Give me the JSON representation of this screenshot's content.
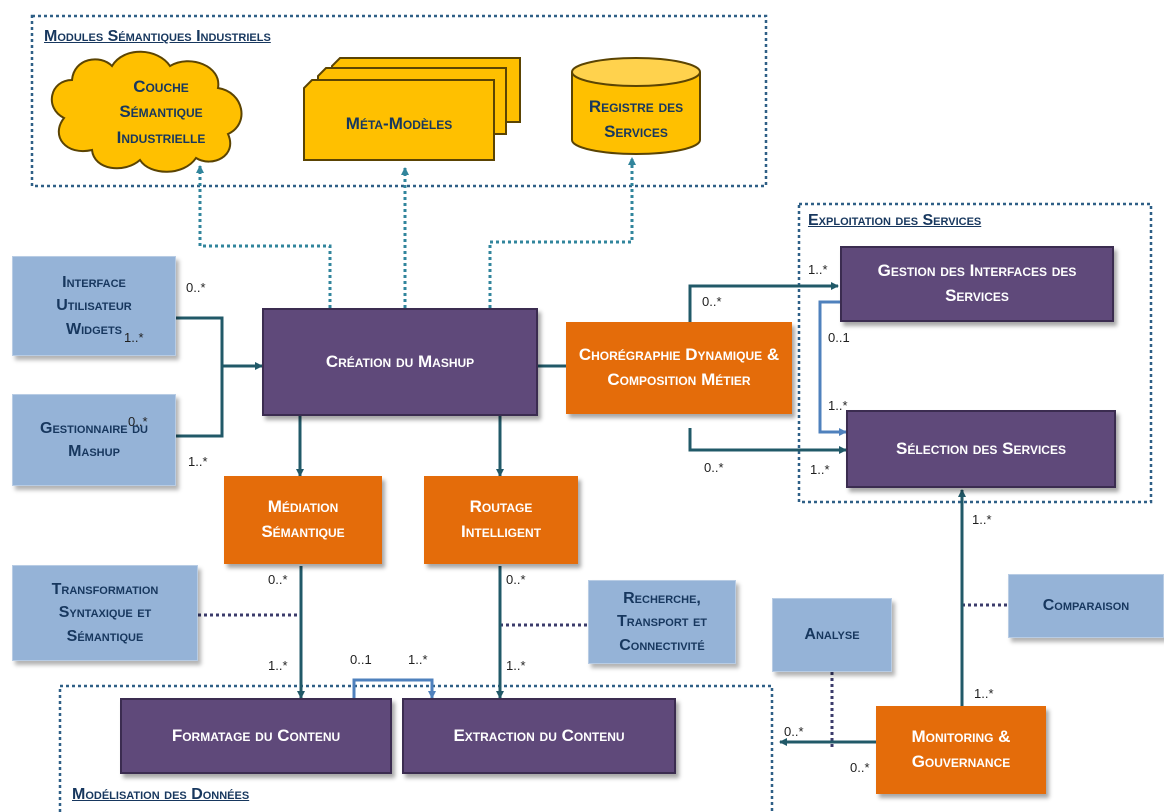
{
  "groups": {
    "semantic_modules": "Modules Sémantiques Industriels",
    "service_exploitation": "Exploitation des Services",
    "data_modeling": "Modélisation des Données"
  },
  "nodes": {
    "semantic_layer": "Couche Sémantique Industrielle",
    "meta_models": "Méta-Modèles",
    "service_registry": "Registre des Services",
    "ui_widgets": "Interface Utilisateur Widgets",
    "mashup_manager": "Gestionnaire du Mashup",
    "mashup_creation": "Création du Mashup",
    "choreography": "Chorégraphie Dynamique & Composition Métier",
    "interface_management": "Gestion des Interfaces des Services",
    "service_selection": "Sélection des Services",
    "semantic_mediation": "Médiation Sémantique",
    "smart_routing": "Routage Intelligent",
    "transformation": "Transformation Syntaxique et Sémantique",
    "search_transport": "Recherche, Transport et Connectivité",
    "comparison": "Comparaison",
    "analysis": "Analyse",
    "content_formatting": "Formatage du Contenu",
    "content_extraction": "Extraction du Contenu",
    "monitoring": "Monitoring & Gouvernance"
  },
  "multiplicities": {
    "ui_top": "0..*",
    "ui_bottom": "1..*",
    "mgr_top": "0..*",
    "mgr_bottom": "1..*",
    "choreo_top": "0..*",
    "choreo_bottom": "0..*",
    "gis_left": "1..*",
    "gis_bottom": "0..1",
    "sel_top": "1..*",
    "sel_left": "1..*",
    "sel_below": "1..*",
    "med_out": "0..*",
    "fmt_in": "1..*",
    "route_out": "0..*",
    "ext_in": "1..*",
    "link_left": "0..1",
    "link_right": "1..*",
    "mon_top": "1..*",
    "mon_left_top": "0..*",
    "mon_left_bottom": "0..*"
  },
  "colors": {
    "purple": "#5f497a",
    "orange": "#e46c0a",
    "light_blue": "#95b3d7",
    "gold": "#ffc000",
    "arrow": "#215968",
    "link_blue": "#4f81bd",
    "dotted": "#1f4e79"
  }
}
